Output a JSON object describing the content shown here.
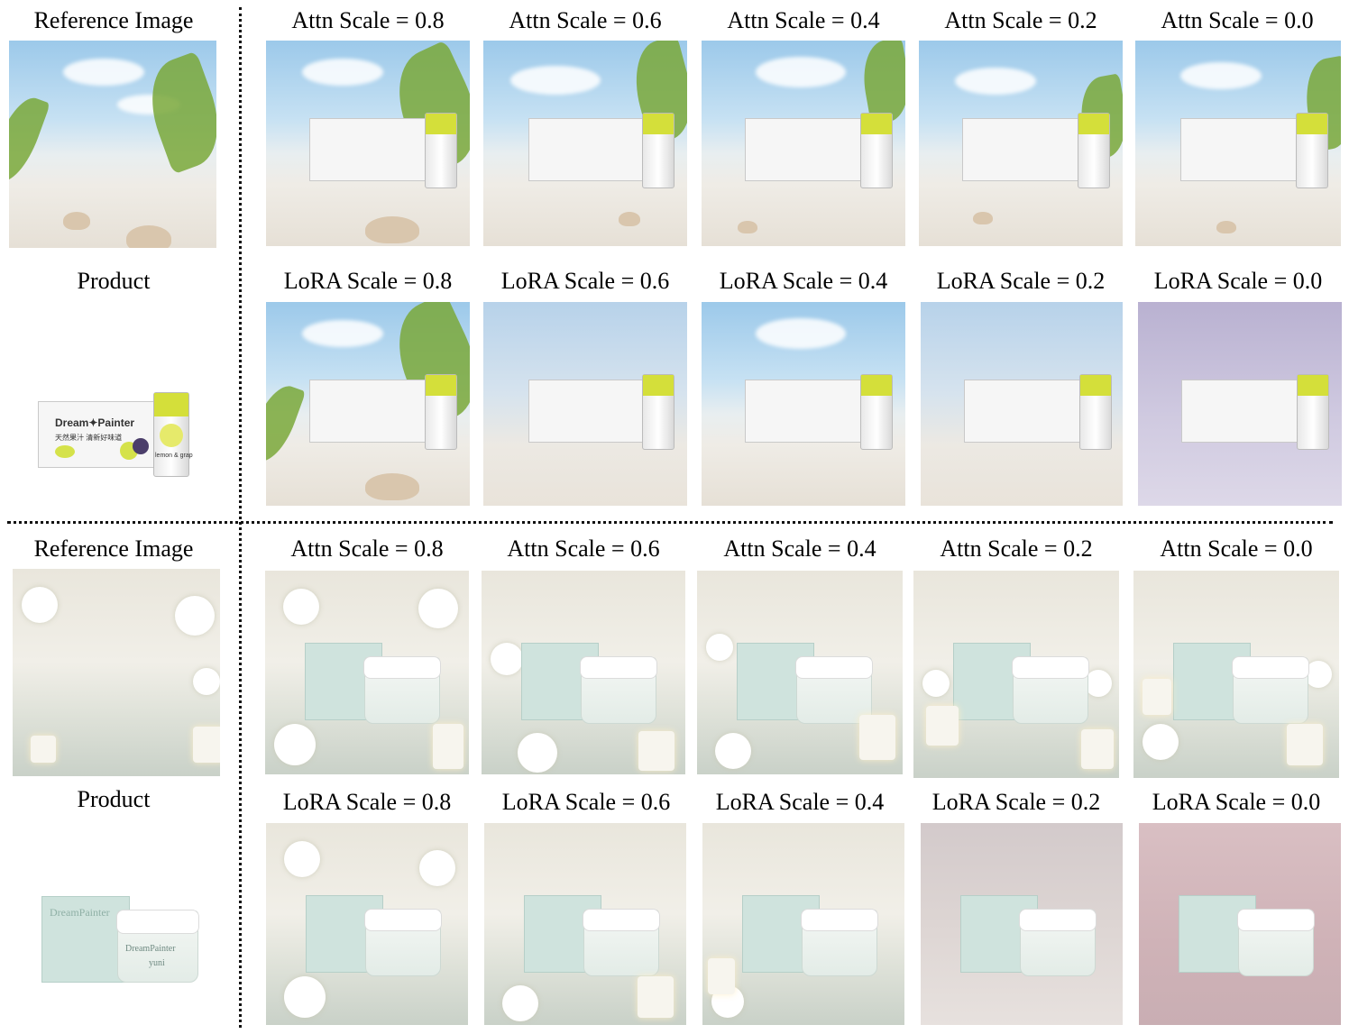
{
  "panels": [
    {
      "reference_label": "Reference Image",
      "product_label": "Product",
      "attn_labels": [
        "Attn Scale = 0.8",
        "Attn Scale = 0.6",
        "Attn Scale = 0.4",
        "Attn Scale = 0.2",
        "Attn Scale = 0.0"
      ],
      "lora_labels": [
        "LoRA Scale = 0.8",
        "LoRA Scale = 0.6",
        "LoRA Scale = 0.4",
        "LoRA Scale = 0.2",
        "LoRA Scale = 0.0"
      ],
      "product_text": {
        "brand": "Dream✦Painter",
        "subtitle": "天然果汁 清新好味道",
        "can_text": "lemon & grap"
      }
    },
    {
      "reference_label": "Reference Image",
      "product_label": "Product",
      "attn_labels": [
        "Attn Scale = 0.8",
        "Attn Scale = 0.6",
        "Attn Scale = 0.4",
        "Attn Scale = 0.2",
        "Attn Scale = 0.0"
      ],
      "lora_labels": [
        "LoRA Scale = 0.8",
        "LoRA Scale = 0.6",
        "LoRA Scale = 0.4",
        "LoRA Scale = 0.2",
        "LoRA Scale = 0.0"
      ],
      "product_text": {
        "brand": "DreamPainter",
        "jar_brand": "DreamPainter",
        "jar_sub": "yuni"
      }
    }
  ],
  "colors": {
    "sky": "#9cc9ea",
    "sand": "#e6e0d6",
    "lemon": "#d5e24a",
    "grape": "#4b3e6a",
    "mint_box": "#cfe3dd",
    "pastel_purple": "#b9b1d1",
    "pastel_pink": "#d9bfc3"
  }
}
